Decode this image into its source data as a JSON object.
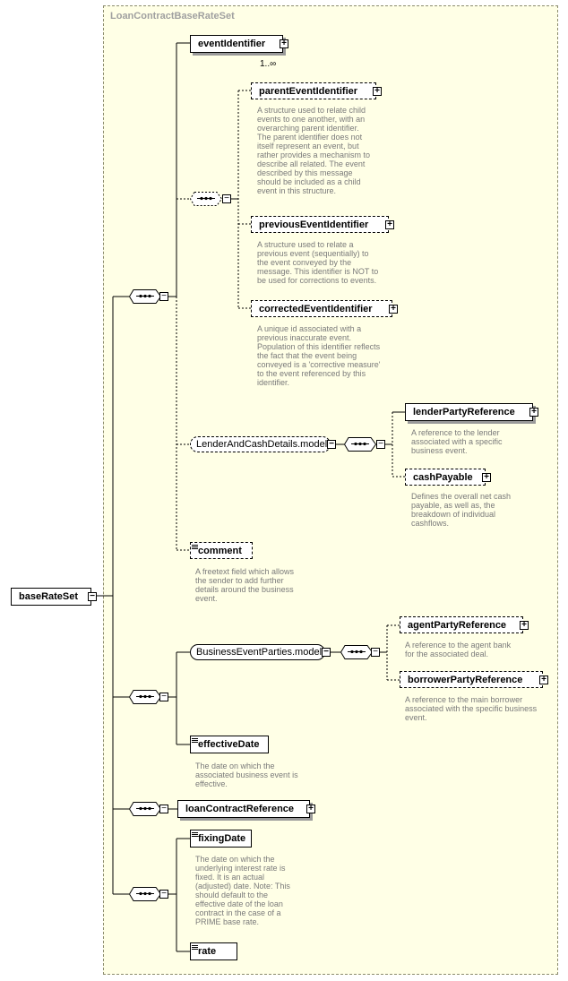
{
  "frame": {
    "title": "LoanContractBaseRateSet"
  },
  "root": {
    "label": "baseRateSet"
  },
  "nodes": {
    "eventIdentifier": {
      "label": "eventIdentifier",
      "cardinality": "1..∞"
    },
    "parentEventIdentifier": {
      "label": "parentEventIdentifier",
      "doc": [
        "A structure used to relate child",
        "events to one another, with an",
        "overarching parent identifier.",
        "The parent identifier does not",
        "itself represent an event, but",
        "rather provides a mechanism to",
        "describe all related. The event",
        "described by this message",
        "should be included as a child",
        "event in this structure."
      ]
    },
    "previousEventIdentifier": {
      "label": "previousEventIdentifier",
      "doc": [
        "A structure used to relate a",
        "previous event (sequentially) to",
        "the event conveyed by the",
        "message. This identifier is NOT to",
        "be used for corrections to events."
      ]
    },
    "correctedEventIdentifier": {
      "label": "correctedEventIdentifier",
      "doc": [
        "A unique id associated with a",
        "previous inaccurate event.",
        "Population of this identifier reflects",
        "the fact that the event being",
        "conveyed is a 'corrective measure'",
        "to the event referenced by this",
        "identifier."
      ]
    },
    "lenderAndCash": {
      "label": "LenderAndCashDetails.model"
    },
    "lenderPartyReference": {
      "label": "lenderPartyReference",
      "doc": [
        "A reference to the lender",
        "associated with a specific",
        "business event."
      ]
    },
    "cashPayable": {
      "label": "cashPayable",
      "doc": [
        "Defines the overall net cash",
        "payable, as well as, the",
        "breakdown of individual",
        "cashflows."
      ]
    },
    "comment": {
      "label": "comment",
      "doc": [
        "A freetext field which allows",
        "the sender to add further",
        "details around the business",
        "event."
      ]
    },
    "businessEventParties": {
      "label": "BusinessEventParties.model"
    },
    "agentPartyReference": {
      "label": "agentPartyReference",
      "doc": [
        "A reference to the agent bank",
        "for the associated deal."
      ]
    },
    "borrowerPartyReference": {
      "label": "borrowerPartyReference",
      "doc": [
        "A reference to the main borrower",
        "associated with the specific business",
        "event."
      ]
    },
    "effectiveDate": {
      "label": "effectiveDate",
      "doc": [
        "The date on which the",
        "associated business event is",
        "effective."
      ]
    },
    "loanContractReference": {
      "label": "loanContractReference"
    },
    "fixingDate": {
      "label": "fixingDate",
      "doc": [
        "The date on which the",
        "underlying interest rate is",
        "fixed. It is an actual",
        "(adjusted) date. Note: This",
        "should default to the",
        "effective date of the loan",
        "contract in the case of a",
        "PRIME base rate."
      ]
    },
    "rate": {
      "label": "rate"
    }
  },
  "icons": [
    "plus-expand-icon",
    "minus-collapse-icon",
    "sequence-compositor-icon",
    "annotation-icon"
  ]
}
